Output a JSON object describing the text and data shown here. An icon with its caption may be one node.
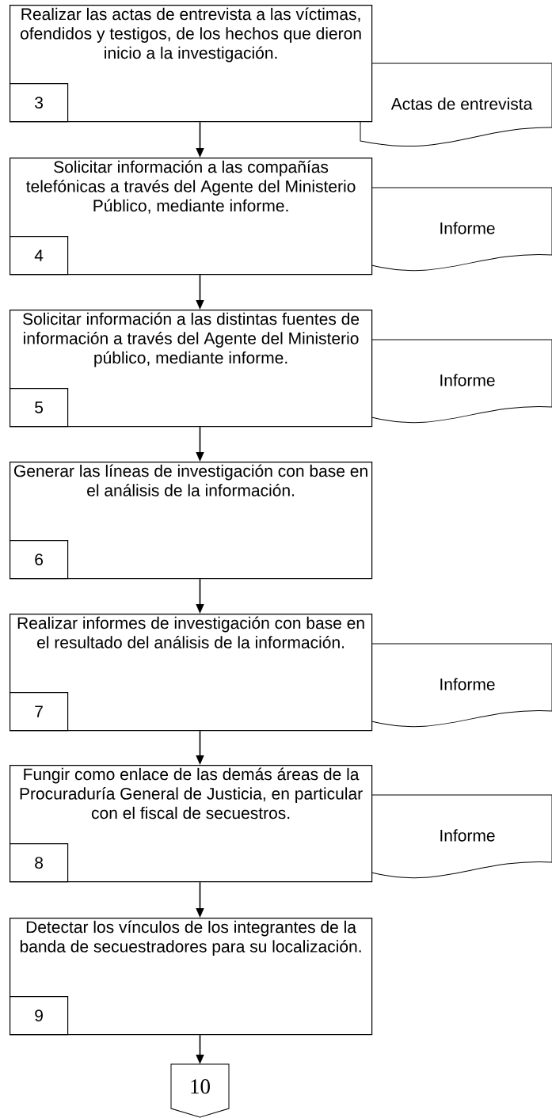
{
  "diagram": {
    "nodes": [
      {
        "text": [
          "Realizar las actas de entrevista a las víctimas, ofendidos y testigos, de los hechos que dieron inicio a la investigación."
        ]
      },
      {
        "text": [
          "3"
        ],
        "in": 0
      },
      {
        "text": [
          "Actas de entrevista"
        ]
      },
      {
        "text": [
          "Solicitar información a las compañías telefónicas a través del Agente del Ministerio Público, mediante informe."
        ]
      },
      {
        "text": [
          "4"
        ],
        "in": 3
      },
      {
        "text": [
          "Informe"
        ]
      },
      {
        "text": [
          "Solicitar información a las distintas fuentes de información a través del Agente del Ministerio público, mediante informe."
        ]
      },
      {
        "text": [
          "5"
        ],
        "in": 6
      },
      {
        "text": [
          "Informe"
        ]
      },
      {
        "text": [
          "Generar las líneas de investigación con base en el análisis de la información."
        ]
      },
      {
        "text": [
          "6"
        ],
        "in": 9
      },
      {
        "text": [
          "Realizar informes de investigación con base en el resultado del análisis de la información."
        ]
      },
      {
        "text": [
          "7"
        ],
        "in": 11
      },
      {
        "text": [
          "Informe"
        ]
      },
      {
        "text": [
          "Fungir como enlace de las demás áreas de la Procuraduría General de Justicia, en particular con el fiscal de secuestros."
        ]
      },
      {
        "text": [
          "8"
        ],
        "in": 14
      },
      {
        "text": [
          "Informe"
        ]
      },
      {
        "text": [
          "Detectar los vínculos de los integrantes de la banda de secuestradores para su localización."
        ]
      },
      {
        "text": [
          "9"
        ],
        "in": 17
      },
      {
        "text": [
          "10"
        ]
      }
    ],
    "edges": [
      {
        "from": 0,
        "to": 3,
        "arrow": "to"
      },
      {
        "from": 3,
        "to": 6,
        "arrow": "to"
      },
      {
        "from": 6,
        "to": 9,
        "arrow": "to"
      },
      {
        "from": 9,
        "to": 11,
        "arrow": "to"
      },
      {
        "from": 11,
        "to": 14,
        "arrow": "to"
      },
      {
        "from": 14,
        "to": 17,
        "arrow": "to"
      },
      {
        "from": 17,
        "to": 19,
        "arrow": "to"
      }
    ]
  }
}
